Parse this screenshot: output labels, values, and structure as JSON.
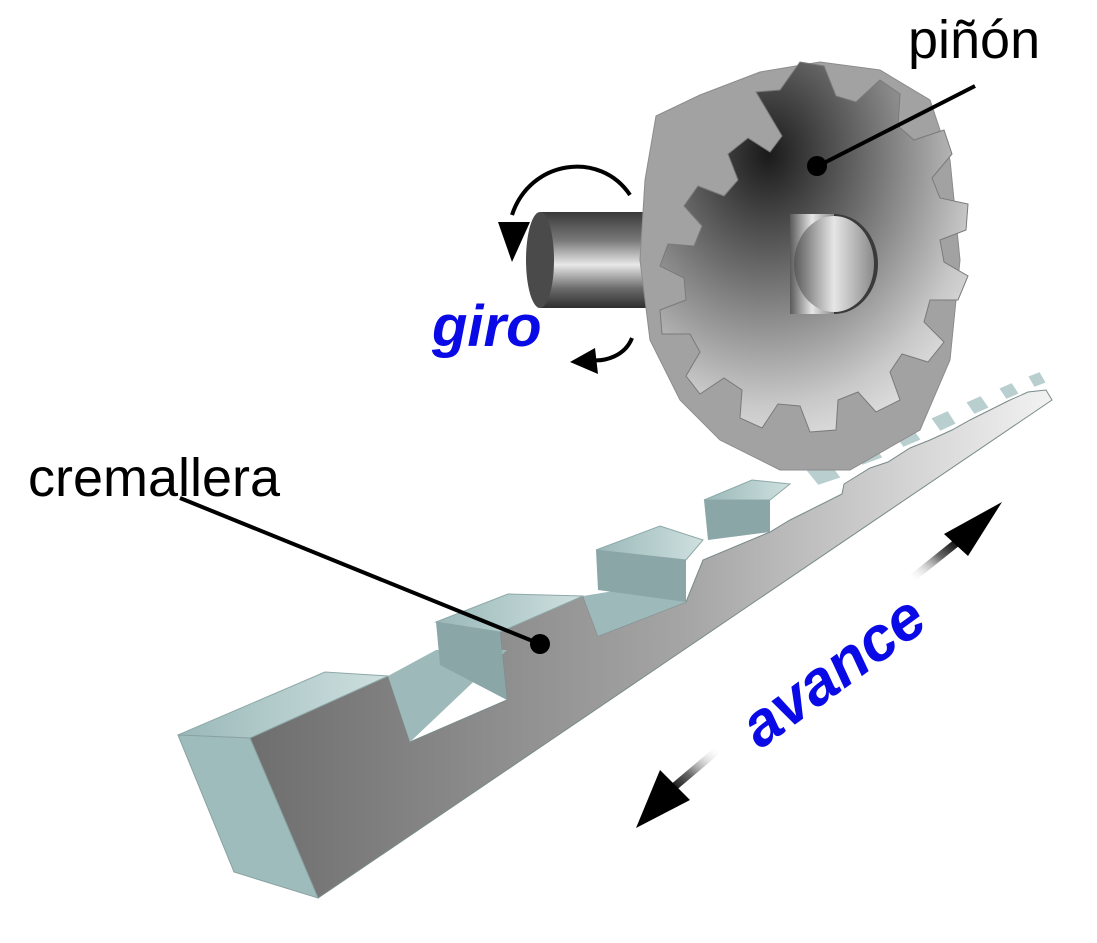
{
  "labels": {
    "pinion": "piñón",
    "rack": "cremallera",
    "rotation": "giro",
    "advance": "avance"
  },
  "colors": {
    "label_text": "#000000",
    "motion_text": "#0a0ae6",
    "rack_face": "#9a9c9c",
    "rack_top": "#a8c2c2",
    "rack_end": "#9fbcbc",
    "gear_face": "#b4b4b4",
    "gear_side": "#a2a2a2",
    "shaft": "#8c8c8c",
    "arrow": "#000000",
    "background": "#ffffff"
  },
  "icons": {
    "rotation_arrows": "curved-arrow-icon",
    "advance_arrows": "double-headed-arrow-icon"
  }
}
